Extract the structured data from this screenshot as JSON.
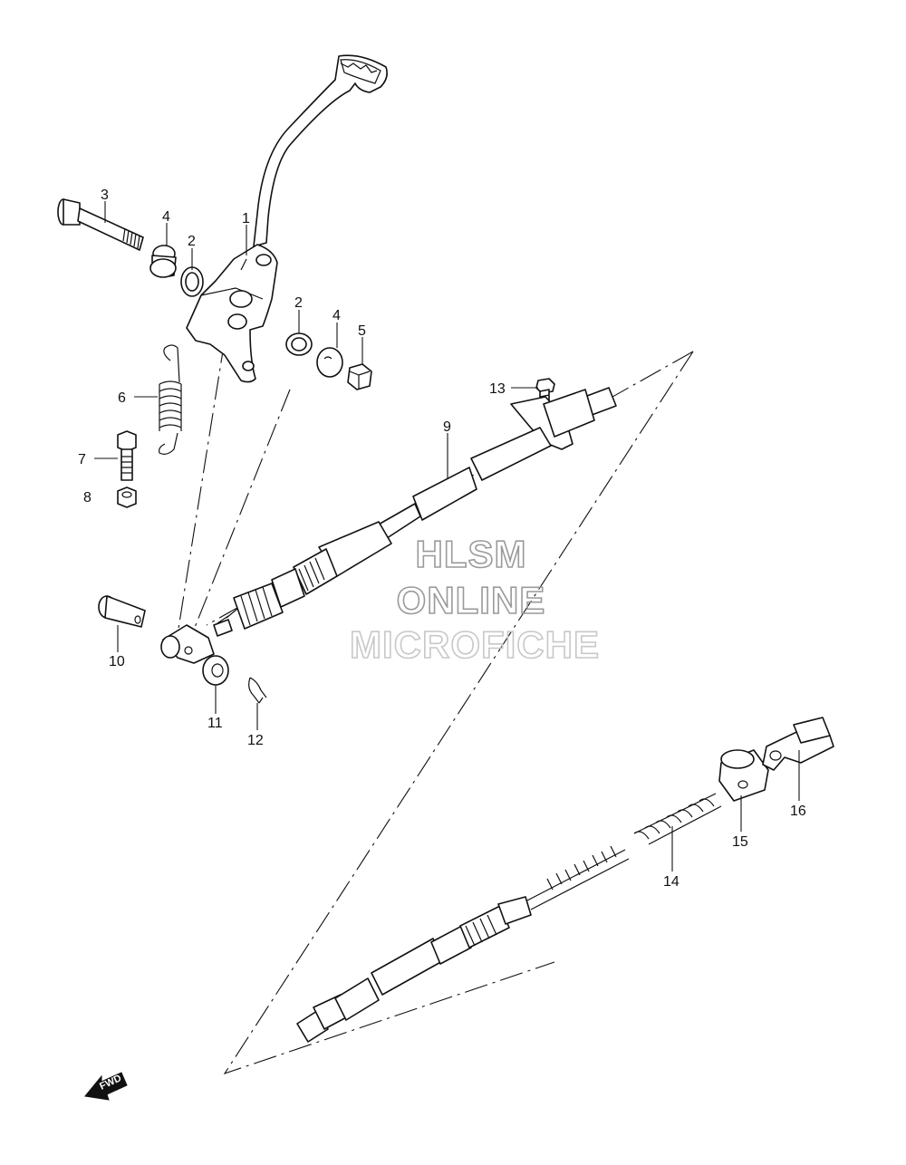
{
  "diagram": {
    "callouts": [
      "1",
      "2",
      "3",
      "4",
      "2",
      "4",
      "5",
      "6",
      "7",
      "8",
      "9",
      "10",
      "11",
      "12",
      "13",
      "14",
      "15",
      "16"
    ],
    "watermark": {
      "line1": "HLSM",
      "line2": "ONLINE",
      "line3": "MICROFICHE",
      "color": "#9a9a9a"
    },
    "fwd_label": "FWD"
  }
}
